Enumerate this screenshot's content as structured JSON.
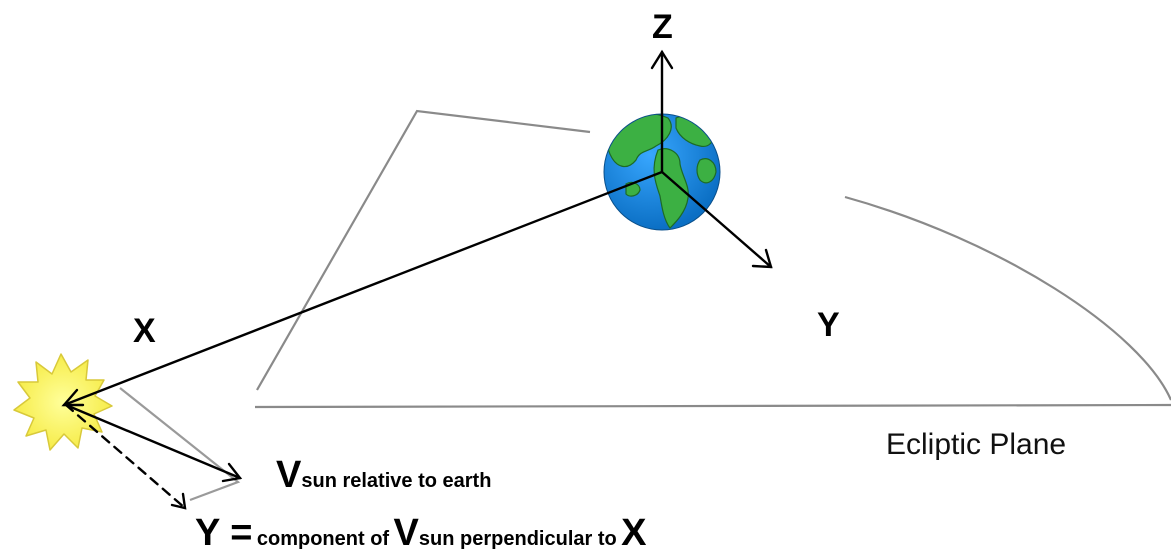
{
  "axes": {
    "z": "Z",
    "x": "X",
    "y": "Y"
  },
  "plane_label": "Ecliptic Plane",
  "velocity_label": {
    "symbol": "V",
    "subscript": "sun relative to earth"
  },
  "equation": {
    "lhs": "Y =",
    "part1": "component of",
    "v": "V",
    "v_sub": "sun perpendicular to",
    "x": "X"
  },
  "icons": {
    "earth": "earth-globe-icon",
    "sun": "sun-icon"
  },
  "colors": {
    "plane_outline": "#888888",
    "arrows": "#000000",
    "ocean": "#1e8ee6",
    "land": "#3cb043",
    "sun_fill": "#fdf76a",
    "sun_edge": "#d8c93a"
  }
}
